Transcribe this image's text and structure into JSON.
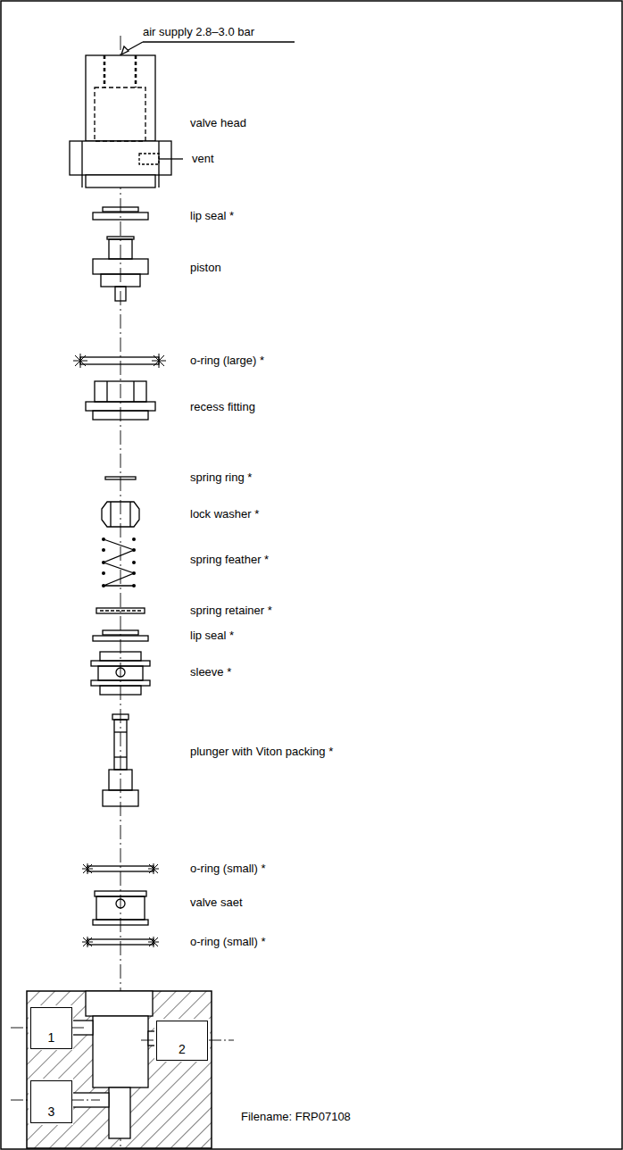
{
  "diagram": {
    "nodes": [
      {
        "text": [
          "1"
        ]
      },
      {
        "text": [
          "2"
        ]
      },
      {
        "text": [
          "3"
        ]
      }
    ],
    "labels": [
      "air supply 2.8–3.0 bar",
      "valve head",
      "vent",
      "lip seal *",
      "piston",
      "o-ring (large) *",
      "recess fitting",
      "spring ring *",
      "lock washer *",
      "spring feather *",
      "spring retainer *",
      "lip seal *",
      "sleeve *",
      "plunger with Viton packing *",
      "o-ring (small) *",
      "valve saet",
      "o-ring (small) *",
      "Filename: FRP07108"
    ]
  }
}
